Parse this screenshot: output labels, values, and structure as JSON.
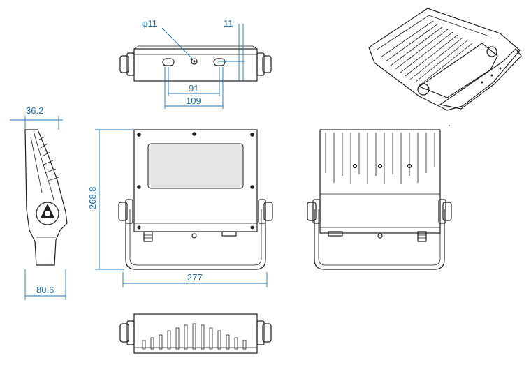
{
  "dimensions": {
    "hole_diameter": "φ11",
    "slot_offset": "11",
    "slot_inner": "91",
    "slot_outer": "109",
    "side_depth_top": "36.2",
    "side_depth_bottom": "80.6",
    "height": "268.8",
    "width": "277"
  },
  "colors": {
    "line": "#231f20",
    "dimension": "#1b75bb"
  }
}
